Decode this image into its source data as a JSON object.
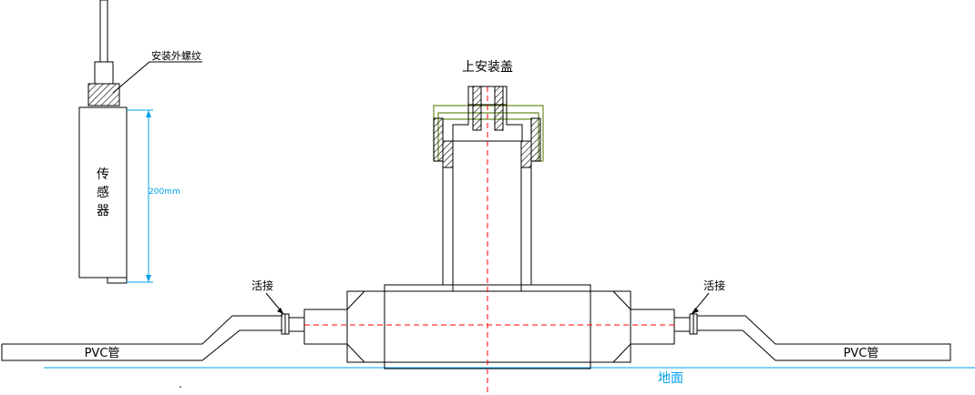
{
  "labels": {
    "sensor": [
      "传",
      "感",
      "器"
    ],
    "external_thread": "安装外螺纹",
    "dimension": "200mm",
    "top_cover": "上安装盖",
    "union_left": "活接",
    "union_right": "活接",
    "pipe_left": "PVC管",
    "pipe_right": "PVC管",
    "ground": "地面"
  },
  "colors": {
    "line": "#000000",
    "dimension": "#00a0e9",
    "ground": "#00a0e9",
    "centerline": "#ff0000",
    "cover": "#6b8e23"
  }
}
